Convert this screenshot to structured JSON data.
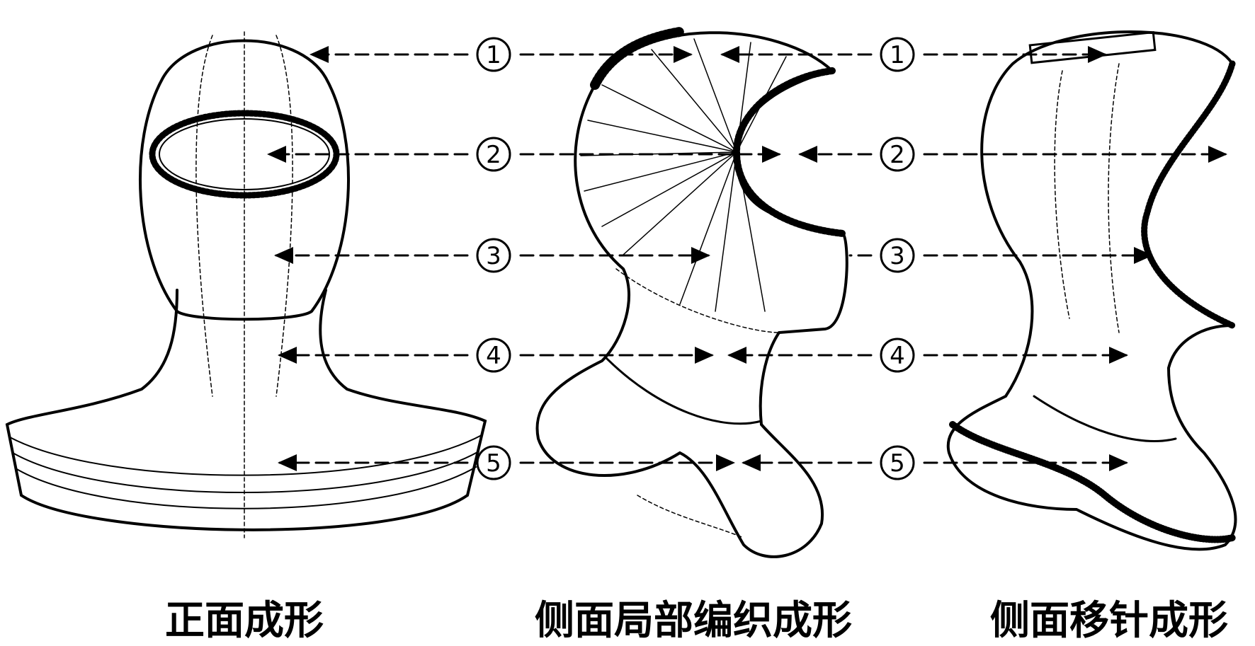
{
  "captions": {
    "front": "正面成形",
    "side_partial": "侧面局部编织成形",
    "side_transfer": "侧面移针成形"
  },
  "markers": [
    "1",
    "2",
    "3",
    "4",
    "5"
  ],
  "colors": {
    "ink": "#000000",
    "background": "#ffffff"
  }
}
